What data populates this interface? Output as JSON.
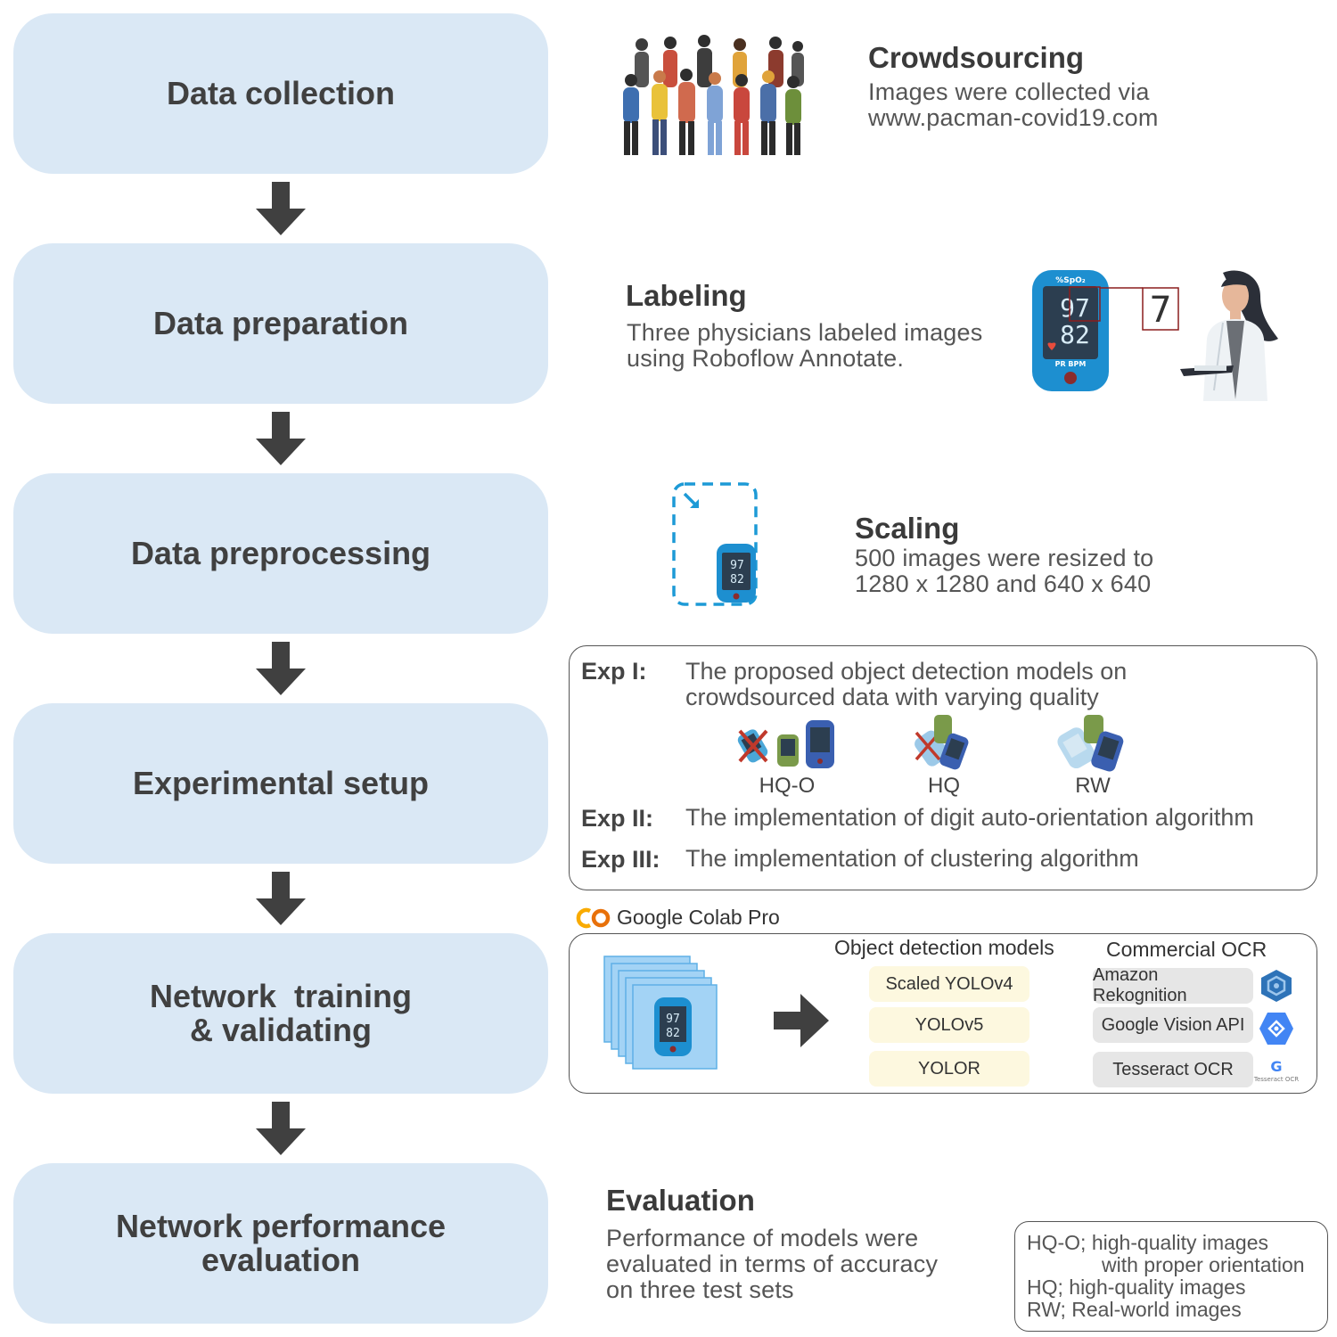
{
  "pipeline": [
    {
      "lines": [
        "Data collection"
      ]
    },
    {
      "lines": [
        "Data preparation"
      ]
    },
    {
      "lines": [
        "Data preprocessing"
      ]
    },
    {
      "lines": [
        "Experimental setup"
      ]
    },
    {
      "lines": [
        "Network  training",
        "& validating"
      ]
    },
    {
      "lines": [
        "Network performance",
        "evaluation"
      ]
    }
  ],
  "crowdsourcing": {
    "title": "Crowdsourcing",
    "lines": [
      "Images were collected via",
      "www.pacman-covid19.com"
    ]
  },
  "labeling": {
    "title": "Labeling",
    "lines": [
      "Three physicians labeled images",
      "using Roboflow Annotate."
    ],
    "oximeter_top": "%SpO₂",
    "oximeter_v1": "97",
    "oximeter_v2": "82",
    "oximeter_bottom": "PR BPM",
    "crop_digit": "7"
  },
  "scaling": {
    "title": "Scaling",
    "lines": [
      "500 images were resized to",
      "1280 x 1280 and 640 x 640"
    ]
  },
  "experiments": {
    "exp1_key": "Exp I:",
    "exp1_lines": [
      "The proposed object detection models on",
      "crowdsourced data with varying quality"
    ],
    "sets": [
      "HQ-O",
      "HQ",
      "RW"
    ],
    "exp2_key": "Exp II:",
    "exp2_text": "The implementation of digit auto-orientation algorithm",
    "exp3_key": "Exp III:",
    "exp3_text": "The implementation of clustering algorithm"
  },
  "training": {
    "platform": "Google Colab Pro",
    "models_header": "Object detection models",
    "models": [
      "Scaled YOLOv4",
      "YOLOv5",
      "YOLOR"
    ],
    "ocr_header": "Commercial OCR",
    "ocr": [
      "Amazon Rekognition",
      "Google Vision API",
      "Tesseract OCR"
    ],
    "tesseract_logo_text": "Tesseract OCR"
  },
  "evaluation": {
    "title": "Evaluation",
    "lines": [
      "Performance of models were",
      "evaluated in terms of accuracy",
      "on three test sets"
    ]
  },
  "legend": {
    "l1": "HQ-O; high-quality images",
    "l2": "with proper orientation",
    "l3": "HQ; high-quality images",
    "l4": "RW; Real-world images"
  },
  "colors": {
    "step_fill": "#dae8f5",
    "arrow": "#404040",
    "oximeter_blue": "#1d8fd0",
    "accent_red": "#c0392b"
  }
}
